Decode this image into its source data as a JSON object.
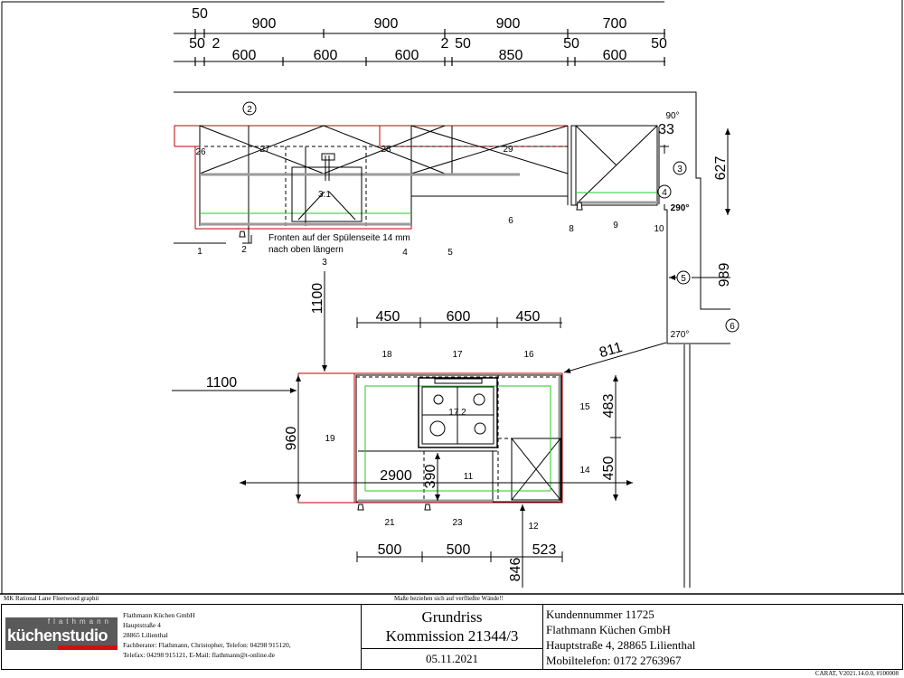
{
  "drawing": {
    "top_dims_row1": [
      "50",
      "900",
      "900",
      "900",
      "700"
    ],
    "top_dims_row2": [
      "50",
      "2",
      "600",
      "600",
      "600",
      "2",
      "50",
      "850",
      "50",
      "600",
      "50"
    ],
    "island_top_dims": [
      "450",
      "600",
      "450"
    ],
    "island_bottom_dims": [
      "500",
      "500",
      "523"
    ],
    "dims_other": {
      "d1100_v": "1100",
      "d1100_h": "1100",
      "d960": "960",
      "d2900": "2900",
      "d390": "390",
      "d483": "483",
      "d450": "450",
      "d811": "811",
      "d846": "846",
      "d627": "627",
      "d989": "989",
      "d33": "33"
    },
    "angles": [
      "90°",
      "290°",
      "270°"
    ],
    "circle_markers": [
      "2",
      "3",
      "4",
      "5",
      "6"
    ],
    "note_line1": "Fronten auf der Spülenseite 14 mm",
    "note_line2": "nach oben  längern",
    "labels": [
      "26",
      "27",
      "28",
      "29",
      "3.1",
      "1",
      "2",
      "3",
      "4",
      "5",
      "6",
      "8",
      "9",
      "10",
      "18",
      "17",
      "16",
      "15",
      "19",
      "17.2",
      "11",
      "14",
      "21",
      "23",
      "12"
    ]
  },
  "footer": {
    "material_note": "MK Rational Lane Fleetwood graphit",
    "walls_note": "Maße beziehen sich auf verfließte Wände!!",
    "version": "CARAT,  V2021.14.0.0,  #100008",
    "logo_top": "flathmann",
    "logo_main": "küchenstudio",
    "company": "Flathmann Küchen GmbH",
    "street": "Hauptstraße 4",
    "city": "28865 Lilienthal",
    "advisor": "Fachberater: Flathmann, Christopher, Telefon: 04298 915120,",
    "contact": "Telefax: 04298 915121, E-Mail: flathmann@t-online.de",
    "title": "Grundriss",
    "commission": "Kommission 21344/3",
    "date": "05.11.2021",
    "customer_no": "Kundennummer 11725",
    "customer_company": "Flathmann Küchen GmbH",
    "customer_address": "Hauptstraße 4, 28865 Lilienthal",
    "customer_phone": "Mobiltelefon: 0172 2763967"
  }
}
